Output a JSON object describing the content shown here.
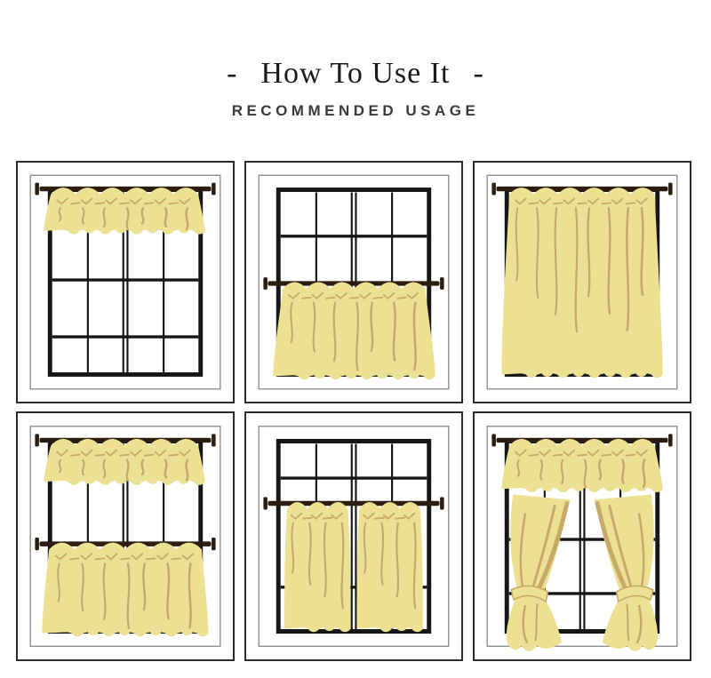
{
  "header": {
    "dash_left": "-",
    "title": "How To Use It",
    "dash_right": "-",
    "subtitle": "RECOMMENDED USAGE"
  },
  "colors": {
    "curtain": "#ECE193",
    "curtain_shade": "#E2D480",
    "fold": "#C7A96A",
    "rod": "#2B1E11",
    "window_frame": "#161616",
    "wall_outline": "#8F8F8F",
    "panel_border": "#2B2B2B",
    "title_text": "#1B1B1B",
    "subtitle_text": "#3A3A3A",
    "background": "#FFFFFF"
  },
  "panels": [
    {
      "arrangement": "valance",
      "position": "top-left"
    },
    {
      "arrangement": "half-tier",
      "position": "top-center"
    },
    {
      "arrangement": "full-panel",
      "position": "top-right"
    },
    {
      "arrangement": "valance-and-tier",
      "position": "bottom-left"
    },
    {
      "arrangement": "cafe-pair",
      "position": "bottom-center"
    },
    {
      "arrangement": "valance-with-tiebacks",
      "position": "bottom-right"
    }
  ]
}
